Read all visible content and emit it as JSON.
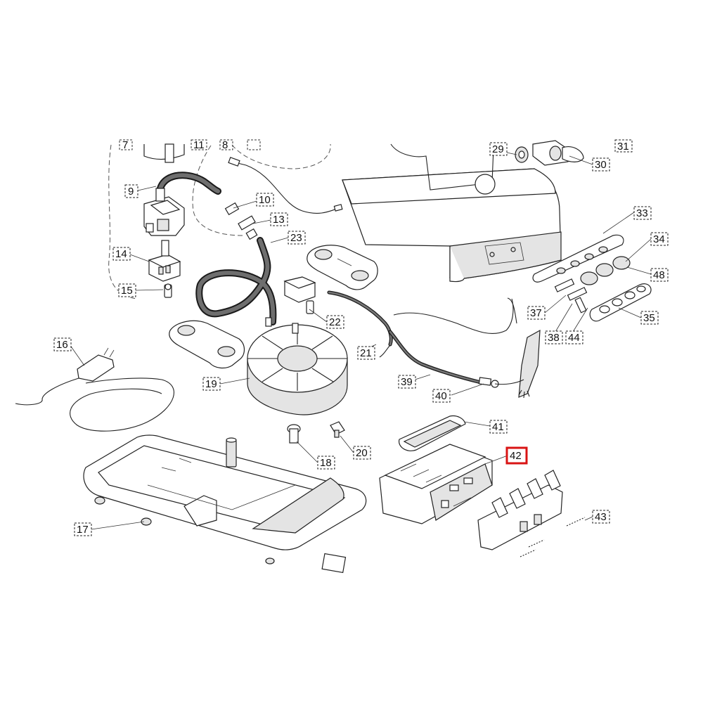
{
  "highlighted_callout": "42",
  "highlight_color": "#d91414",
  "callouts": [
    "9",
    "10",
    "13",
    "14",
    "15",
    "16",
    "17",
    "18",
    "19",
    "20",
    "21",
    "22",
    "23",
    "29",
    "30",
    "31",
    "33",
    "34",
    "35",
    "37",
    "38",
    "39",
    "40",
    "41",
    "42",
    "43",
    "44",
    "48"
  ],
  "top_cut_labels": [
    "7",
    "11",
    "8"
  ]
}
